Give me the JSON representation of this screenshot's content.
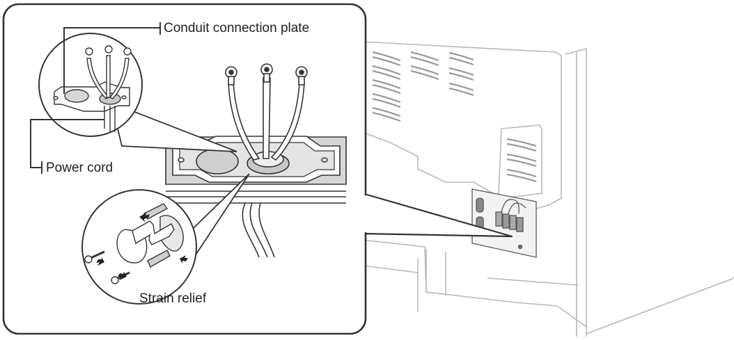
{
  "labels": {
    "conduit_plate": "Conduit connection plate",
    "power_cord": "Power cord",
    "strain_relief": "Strain relief"
  },
  "colors": {
    "line": "#333333",
    "appliance_line": "#b5b5b5",
    "plate_fill": "#d9d9d9",
    "panel_fill": "#ffffff"
  }
}
